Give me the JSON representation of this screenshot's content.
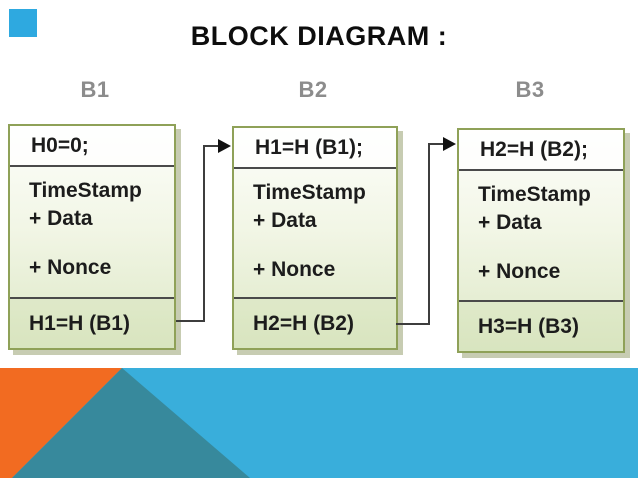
{
  "title": "BLOCK DIAGRAM :",
  "columns": [
    {
      "label": "B1"
    },
    {
      "label": "B2"
    },
    {
      "label": "B3"
    }
  ],
  "blocks": [
    {
      "label": "B1",
      "prev_hash": "H0=0;",
      "payload_line1": "TimeStamp",
      "payload_line2": "+ Data",
      "payload_line3": "+ Nonce",
      "output_hash": "H1=H (B1)"
    },
    {
      "label": "B2",
      "prev_hash": "H1=H (B1);",
      "payload_line1": "TimeStamp",
      "payload_line2": "+ Data",
      "payload_line3": "+ Nonce",
      "output_hash": "H2=H (B2)"
    },
    {
      "label": "B3",
      "prev_hash": "H2=H (B2);",
      "payload_line1": "TimeStamp",
      "payload_line2": "+ Data",
      "payload_line3": "+ Nonce",
      "output_hash": "H3=H (B3)"
    }
  ],
  "colors": {
    "accent_square_blue": "#2ea9e0",
    "box_border_olive": "#8fa158",
    "box_fill_top": "#fdfefb",
    "box_fill_bottom": "#dde8c6",
    "box_shadow": "#c7ccb2",
    "divider_gray": "#4a4a4a",
    "connector_line": "#3d3d3d",
    "label_gray": "#8c8c8c",
    "decor_orange": "#f26b21",
    "decor_teal": "#37899c",
    "decor_blue": "#39aedb"
  }
}
